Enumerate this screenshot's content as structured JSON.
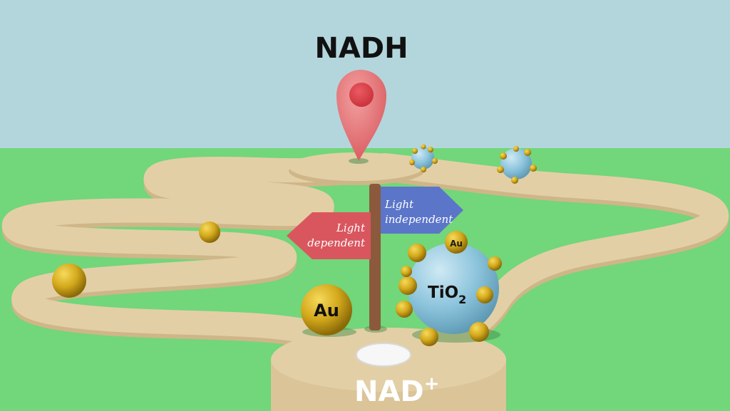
{
  "title": "NADH",
  "bottom_label": {
    "main": "NAD",
    "superscript": "+"
  },
  "signs": {
    "left": {
      "line1": "Light",
      "line2": "dependent"
    },
    "right": {
      "line1": "Light",
      "line2": "independent"
    }
  },
  "particles": {
    "small_au": "Au",
    "big_au": "Au",
    "tio2": {
      "main": "TiO",
      "subscript": "2"
    }
  },
  "colors": {
    "sky": "#b3d6dc",
    "grass": "#72d67a",
    "path": "#e3cfa6",
    "pin": "#e5797b",
    "gold": "#d4a91c",
    "tio2": "#8cc4dc",
    "sign_left": "#d9565f",
    "sign_right": "#5b76c8",
    "post": "#8b5a3c"
  }
}
